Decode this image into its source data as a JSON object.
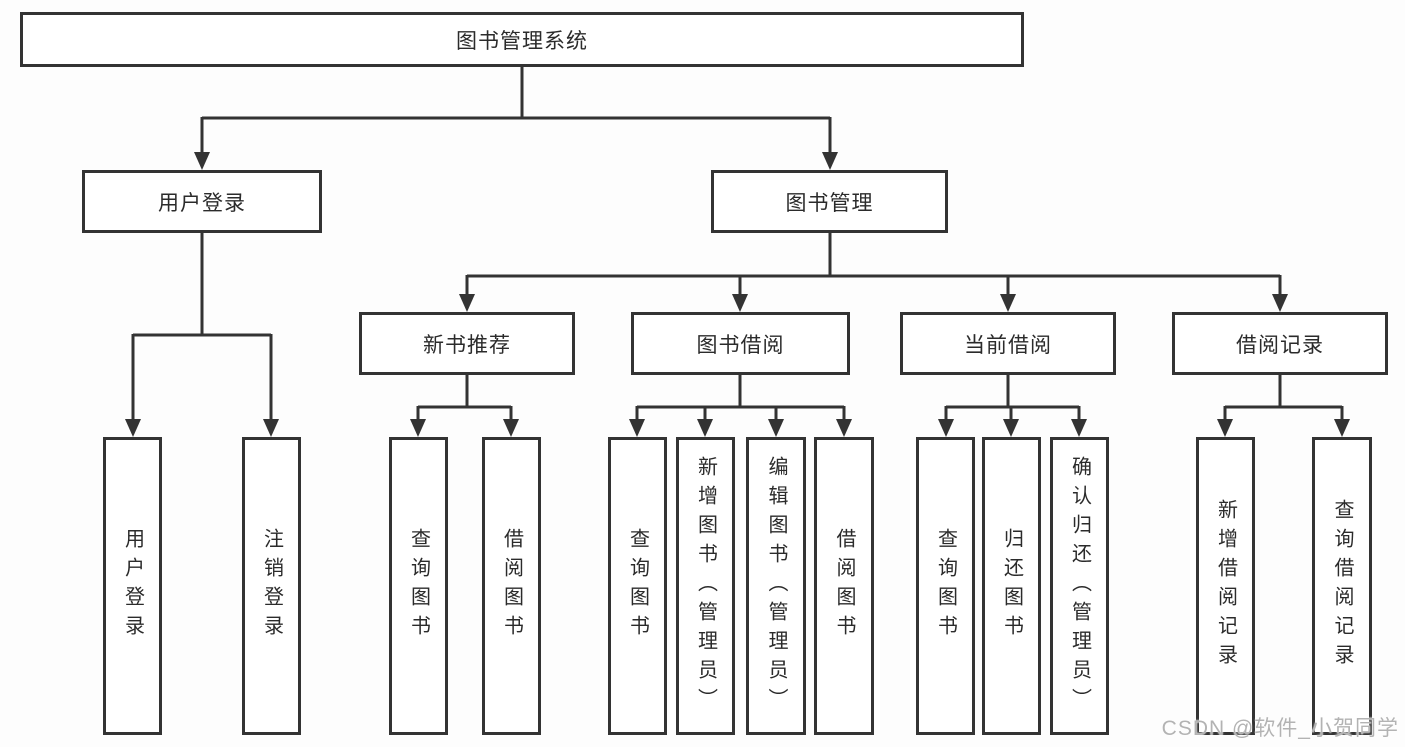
{
  "tree": {
    "root": {
      "label": "图书管理系统",
      "children": [
        {
          "label": "用户登录",
          "children": [
            {
              "label": "用户登录"
            },
            {
              "label": "注销登录"
            }
          ]
        },
        {
          "label": "图书管理",
          "children": [
            {
              "label": "新书推荐",
              "children": [
                {
                  "label": "查询图书"
                },
                {
                  "label": "借阅图书"
                }
              ]
            },
            {
              "label": "图书借阅",
              "children": [
                {
                  "label": "查询图书"
                },
                {
                  "label": "新增图书（管理员）"
                },
                {
                  "label": "编辑图书（管理员）"
                },
                {
                  "label": "借阅图书"
                }
              ]
            },
            {
              "label": "当前借阅",
              "children": [
                {
                  "label": "查询图书"
                },
                {
                  "label": "归还图书"
                },
                {
                  "label": "确认归还（管理员）"
                }
              ]
            },
            {
              "label": "借阅记录",
              "children": [
                {
                  "label": "新增借阅记录"
                },
                {
                  "label": "查询借阅记录"
                }
              ]
            }
          ]
        }
      ]
    }
  },
  "watermark": {
    "text": "CSDN @软件_小贺同学"
  },
  "colors": {
    "line": "#333333",
    "box_border": "#333333",
    "box_background": "#ffffff",
    "text": "#2b2b2b",
    "watermark": "#b3b3b3",
    "background": "#fdfdfd"
  }
}
